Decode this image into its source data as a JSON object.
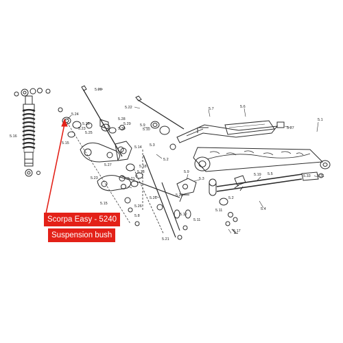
{
  "callouts": {
    "product": "Scorpa Easy - 5240",
    "part": "Suspension bush"
  },
  "part_labels": {
    "s20": "5.20",
    "s22": "5.22",
    "s7": "5.7",
    "s6": "5.6",
    "s24": "5.24",
    "s27": "5.27",
    "s1": "5.1",
    "s16": "5.16",
    "s23": "5.23",
    "s28": "5.28",
    "s29": "5.29",
    "s30": "5.30",
    "s9": "5.9",
    "s10": "5.10",
    "s25": "5.25",
    "s15": "5.15",
    "s14": "5.14",
    "s3": "5.3",
    "s2": "5.2",
    "s18": "5.18",
    "s13": "5.13",
    "s21": "5.21",
    "s26": "5.26",
    "s19": "5.19",
    "s4": "5.4",
    "s5": "5.5",
    "s11": "5.11",
    "s12": "5.12",
    "s17": "5.17",
    "s8": "5.8",
    "s33": "5.33",
    "s31": "5.31"
  },
  "colors": {
    "callout_bg": "#e32118",
    "callout_text": "#ffffff",
    "line": "#2a2a2a",
    "arrow": "#e32118"
  }
}
